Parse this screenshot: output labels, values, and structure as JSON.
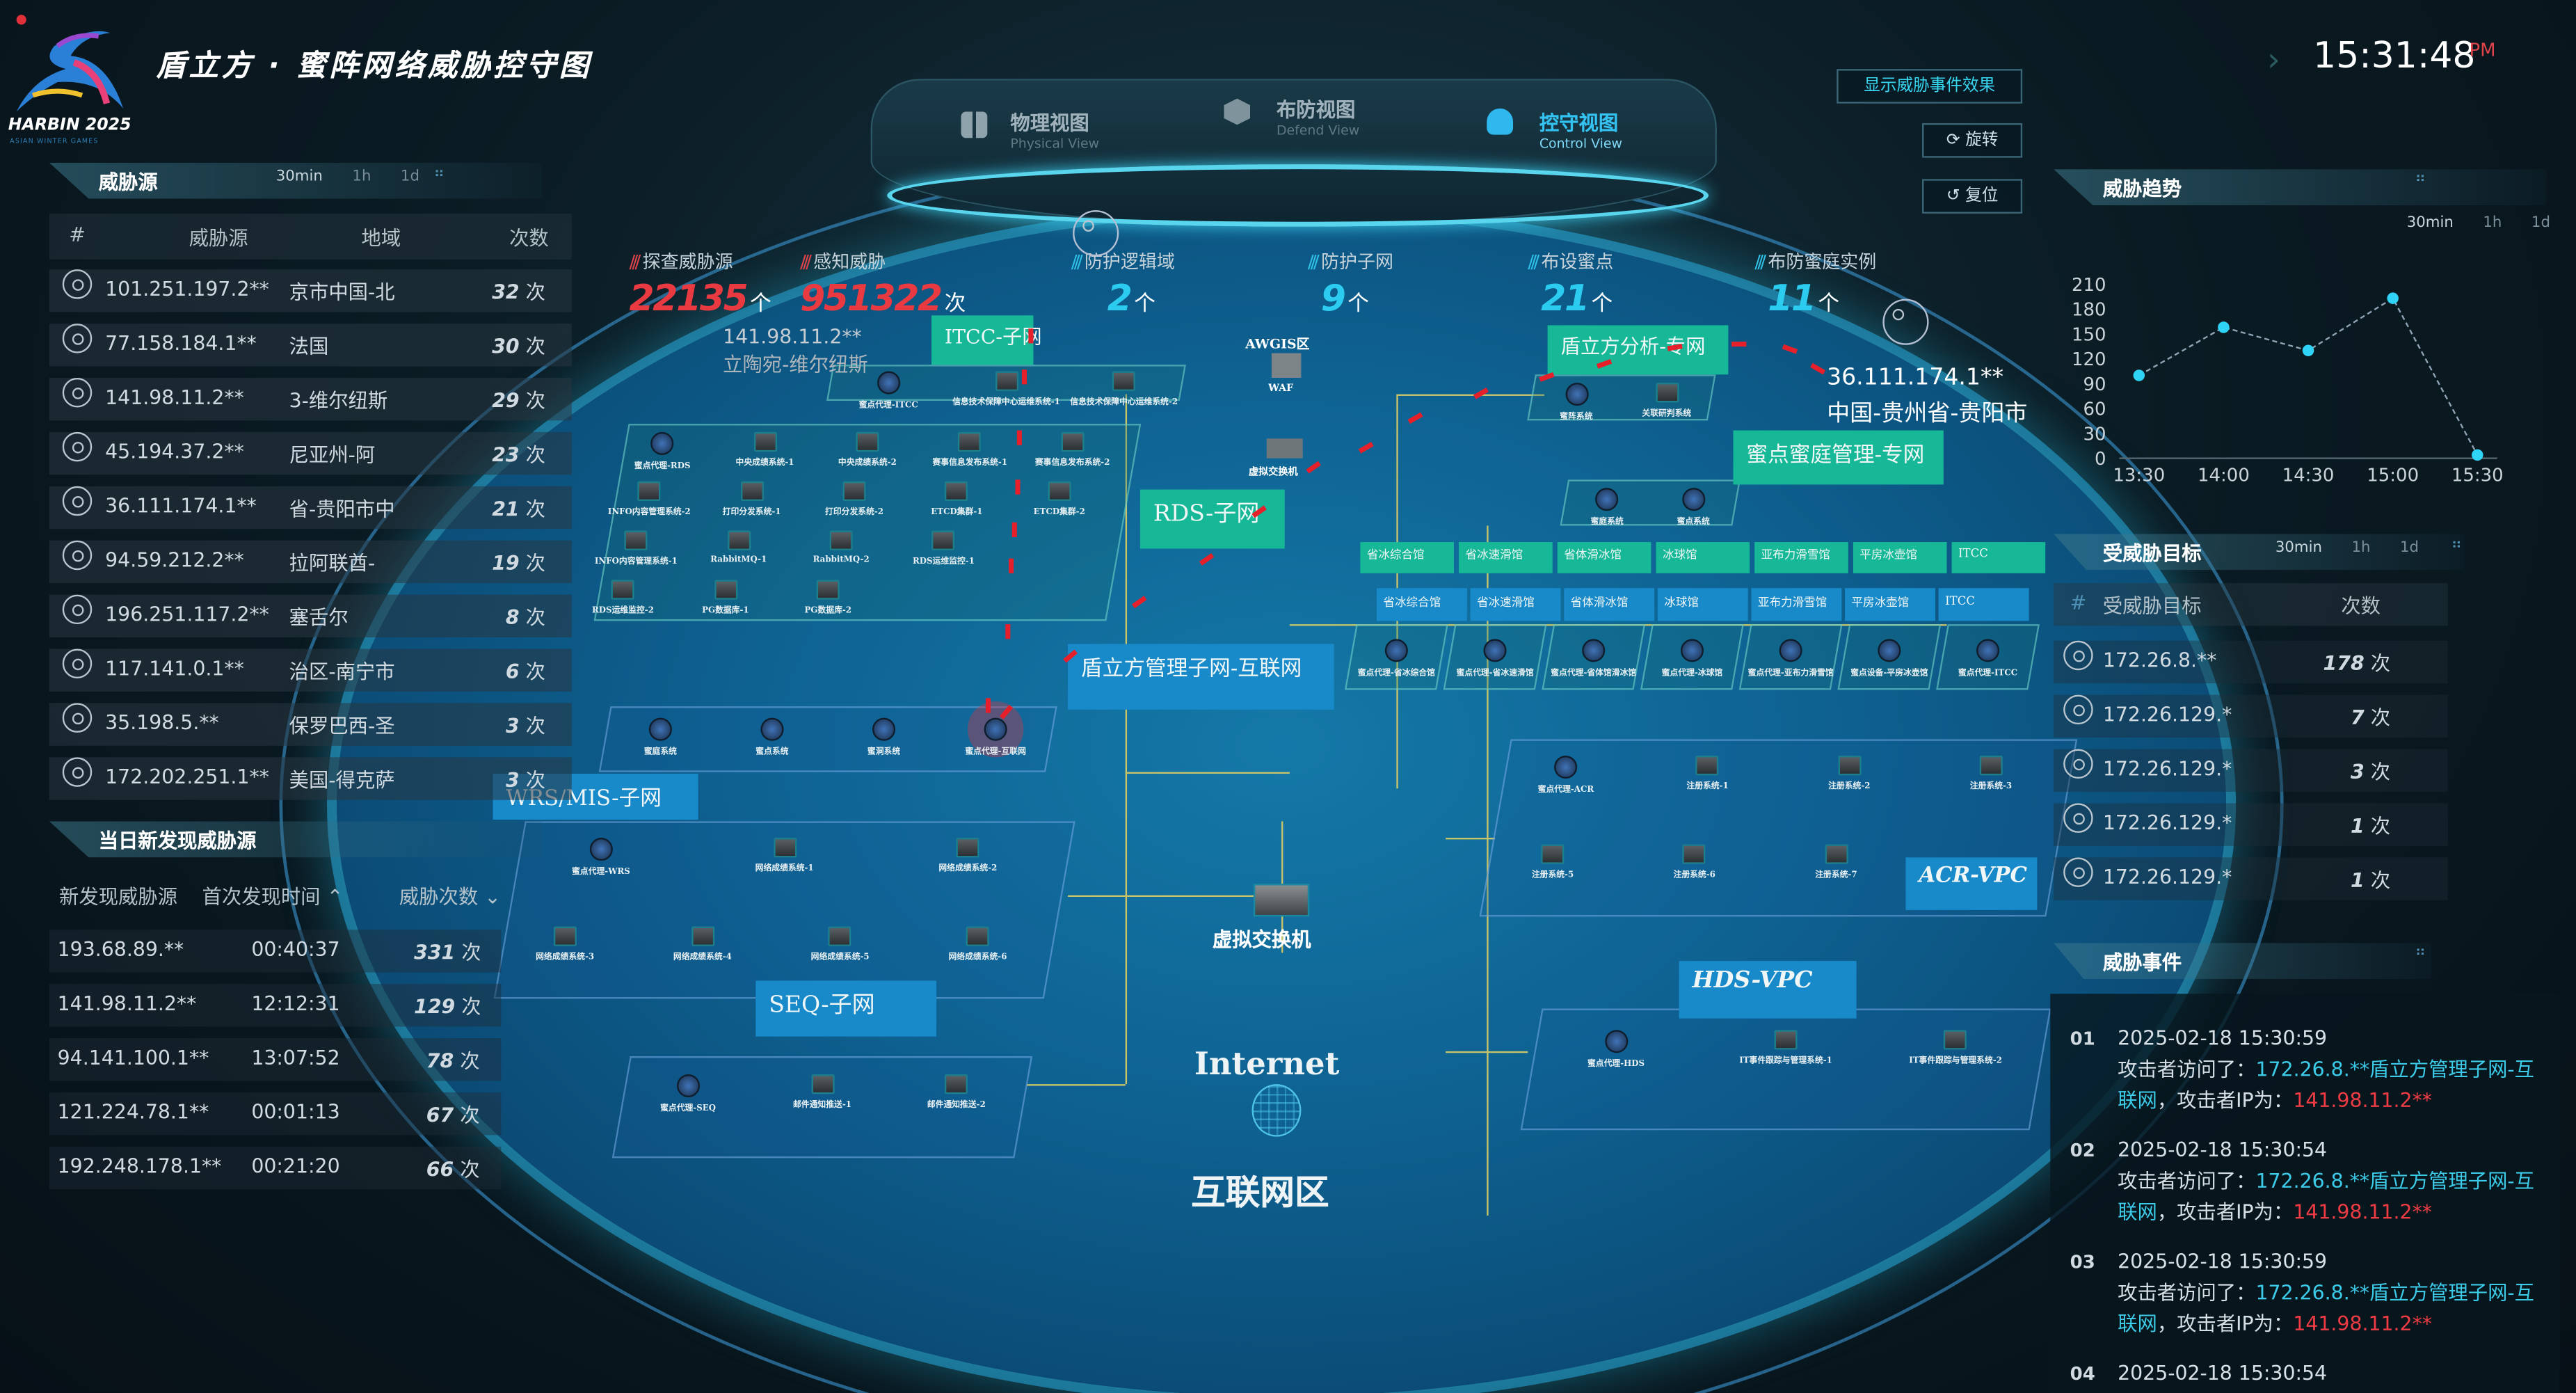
{
  "header": {
    "title": "盾立方 · 蜜阵网络威胁控守图",
    "logo_text": "HARBIN 2025",
    "logo_sub": "ASIAN WINTER GAMES"
  },
  "clock": {
    "time": "15:31:48",
    "ampm": "PM"
  },
  "views": [
    {
      "label": "物理视图",
      "sub": "Physical View",
      "active": false
    },
    {
      "label": "布防视图",
      "sub": "Defend View",
      "active": false
    },
    {
      "label": "控守视图",
      "sub": "Control View",
      "active": true
    }
  ],
  "controls": {
    "show_effects": "显示威胁事件效果",
    "rotate": "旋转",
    "reset": "复位"
  },
  "stats": [
    {
      "label": "探查威胁源",
      "value": "22135",
      "unit": "个",
      "color": "#e83a40"
    },
    {
      "label": "感知威胁",
      "value": "951322",
      "unit": "次",
      "color": "#e83a40"
    },
    {
      "label": "防护逻辑域",
      "value": "2",
      "unit": "个",
      "color": "#2ccbf0"
    },
    {
      "label": "防护子网",
      "value": "9",
      "unit": "个",
      "color": "#2ccbf0"
    },
    {
      "label": "布设蜜点",
      "value": "21",
      "unit": "个",
      "color": "#2ccbf0"
    },
    {
      "label": "布防蜜庭实例",
      "value": "11",
      "unit": "个",
      "color": "#2ccbf0"
    }
  ],
  "time_tabs": [
    "30min",
    "1h",
    "1d"
  ],
  "threat_sources": {
    "title": "威胁源",
    "columns": [
      "#",
      "威胁源",
      "地域",
      "次数"
    ],
    "rows": [
      {
        "ip": "101.251.197.2**",
        "region": "京市中国-北",
        "count": "32",
        "unit": "次"
      },
      {
        "ip": "77.158.184.1**",
        "region": "法国",
        "count": "30",
        "unit": "次"
      },
      {
        "ip": "141.98.11.2**",
        "region": "3-维尔纽斯",
        "count": "29",
        "unit": "次"
      },
      {
        "ip": "45.194.37.2**",
        "region": "尼亚州-阿",
        "count": "23",
        "unit": "次"
      },
      {
        "ip": "36.111.174.1**",
        "region": "省-贵阳市中",
        "count": "21",
        "unit": "次"
      },
      {
        "ip": "94.59.212.2**",
        "region": "拉阿联酋-",
        "count": "19",
        "unit": "次"
      },
      {
        "ip": "196.251.117.2**",
        "region": "塞舌尔",
        "count": "8",
        "unit": "次"
      },
      {
        "ip": "117.141.0.1**",
        "region": "治区-南宁市",
        "count": "6",
        "unit": "次"
      },
      {
        "ip": "35.198.5.**",
        "region": "保罗巴西-圣",
        "count": "3",
        "unit": "次"
      },
      {
        "ip": "172.202.251.1**",
        "region": "美国-得克萨",
        "count": "3",
        "unit": "次"
      }
    ]
  },
  "new_sources": {
    "title": "当日新发现威胁源",
    "columns": [
      "新发现威胁源",
      "首次发现时间",
      "威胁次数"
    ],
    "rows": [
      {
        "ip": "193.68.89.**",
        "time": "00:40:37",
        "count": "331",
        "unit": "次"
      },
      {
        "ip": "141.98.11.2**",
        "time": "12:12:31",
        "count": "129",
        "unit": "次"
      },
      {
        "ip": "94.141.100.1**",
        "time": "13:07:52",
        "count": "78",
        "unit": "次"
      },
      {
        "ip": "121.224.78.1**",
        "time": "00:01:13",
        "count": "67",
        "unit": "次"
      },
      {
        "ip": "192.248.178.1**",
        "time": "00:21:20",
        "count": "66",
        "unit": "次"
      }
    ]
  },
  "overlays": [
    {
      "ip": "141.98.11.2**",
      "place": "立陶宛-维尔纽斯"
    },
    {
      "ip": "36.111.174.1**",
      "place": "中国-贵州省-贵阳市"
    }
  ],
  "diagram": {
    "itcc": {
      "label": "ITCC-子网",
      "nodes": [
        "蜜点代理-ITCC",
        "信息技术保障中心运维系统-1",
        "信息技术保障中心运维系统-2"
      ]
    },
    "rds": {
      "label": "RDS-子网",
      "nodes": [
        "蜜点代理-RDS",
        "中央成绩系统-1",
        "中央成绩系统-2",
        "赛事信息发布系统-1",
        "赛事信息发布系统-2",
        "INFO内容管理系统-2",
        "打印分发系统-1",
        "打印分发系统-2",
        "ETCD集群-1",
        "ETCD集群-2",
        "INFO内容管理系统-1",
        "RabbitMQ-1",
        "RabbitMQ-2",
        "RDS运维监控-1",
        "RDS运维监控-2",
        "PG数据库-1",
        "PG数据库-2"
      ]
    },
    "awgis": {
      "label": "AWGIS区",
      "waf": "WAF",
      "switch": "虚拟交换机"
    },
    "analysis": {
      "label": "盾立方分析-专网",
      "nodes": [
        "蜜阵系统",
        "关联研判系统"
      ]
    },
    "honey_mgmt": {
      "label": "蜜点蜜庭管理-专网",
      "nodes": [
        "蜜庭系统",
        "蜜点系统"
      ]
    },
    "venues_green": [
      "省冰综合馆",
      "省冰速滑馆",
      "省体滑冰馆",
      "冰球馆",
      "亚布力滑雪馆",
      "平房冰壶馆",
      "ITCC"
    ],
    "venues_blue": [
      "省冰综合馆",
      "省冰速滑馆",
      "省体滑冰馆",
      "冰球馆",
      "亚布力滑雪馆",
      "平房冰壶馆",
      "ITCC"
    ],
    "venue_nodes": [
      "蜜点代理-省冰综合馆",
      "蜜点代理-省冰速滑馆",
      "蜜点代理-省体馆滑冰馆",
      "蜜点代理-冰球馆",
      "蜜点代理-亚布力滑雪馆",
      "蜜点设备-平房冰壶馆",
      "蜜点代理-ITCC"
    ],
    "mgmt": {
      "label": "盾立方管理子网-互联网",
      "nodes": [
        "蜜庭系统",
        "蜜点系统",
        "蜜洞系统",
        "蜜点代理-互联网"
      ],
      "alert_node": "蜜点代理-互联网"
    },
    "acr": {
      "label": "ACR-VPC",
      "nodes": [
        "蜜点代理-ACR",
        "注册系统-1",
        "注册系统-2",
        "注册系统-3",
        "注册系统-5",
        "注册系统-6",
        "注册系统-7"
      ]
    },
    "wrs": {
      "label": "WRS/MIS-子网",
      "nodes": [
        "蜜点代理-WRS",
        "网络成绩系统-1",
        "网络成绩系统-2",
        "网络成绩系统-3",
        "网络成绩系统-4",
        "网络成绩系统-5",
        "网络成绩系统-6"
      ]
    },
    "seq": {
      "label": "SEQ-子网",
      "nodes": [
        "蜜点代理-SEQ",
        "邮件通知推送-1",
        "邮件通知推送-2"
      ]
    },
    "hds": {
      "label": "HDS-VPC",
      "nodes": [
        "蜜点代理-HDS",
        "IT事件跟踪与管理系统-1",
        "IT事件跟踪与管理系统-2"
      ]
    },
    "core": {
      "switch": "虚拟交换机",
      "internet": "Internet",
      "zone": "互联网区"
    }
  },
  "trend": {
    "title": "威胁趋势",
    "chart_data": {
      "type": "line",
      "title": "威胁趋势",
      "categories": [
        "13:30",
        "14:00",
        "14:30",
        "15:00",
        "15:30"
      ],
      "values": [
        100,
        158,
        130,
        193,
        4
      ],
      "yticks": [
        0,
        30,
        60,
        90,
        120,
        150,
        180,
        210
      ],
      "ylim": [
        0,
        210
      ],
      "xlabel": "",
      "ylabel": "",
      "grid": false,
      "color": "#2fd3f5"
    }
  },
  "targets": {
    "title": "受威胁目标",
    "columns": [
      "#",
      "受威胁目标",
      "次数"
    ],
    "rows": [
      {
        "ip": "172.26.8.**",
        "count": "178",
        "unit": "次"
      },
      {
        "ip": "172.26.129.*",
        "count": "7",
        "unit": "次"
      },
      {
        "ip": "172.26.129.*",
        "count": "3",
        "unit": "次"
      },
      {
        "ip": "172.26.129.*",
        "count": "1",
        "unit": "次"
      },
      {
        "ip": "172.26.129.*",
        "count": "1",
        "unit": "次"
      }
    ]
  },
  "events": {
    "title": "威胁事件",
    "items": [
      {
        "no": "01",
        "time": "2025-02-18 15:30:59",
        "prefix": "攻击者访问了：",
        "target": "172.26.8.**盾立方管理子网-互联网",
        "mid": "，攻击者IP为：",
        "attacker": "141.98.11.2**"
      },
      {
        "no": "02",
        "time": "2025-02-18 15:30:54",
        "prefix": "攻击者访问了：",
        "target": "172.26.8.**盾立方管理子网-互联网",
        "mid": "，攻击者IP为：",
        "attacker": "141.98.11.2**"
      },
      {
        "no": "03",
        "time": "2025-02-18 15:30:59",
        "prefix": "攻击者访问了：",
        "target": "172.26.8.**盾立方管理子网-互联网",
        "mid": "，攻击者IP为：",
        "attacker": "141.98.11.2**"
      },
      {
        "no": "04",
        "time": "2025-02-18 15:30:54"
      }
    ]
  }
}
